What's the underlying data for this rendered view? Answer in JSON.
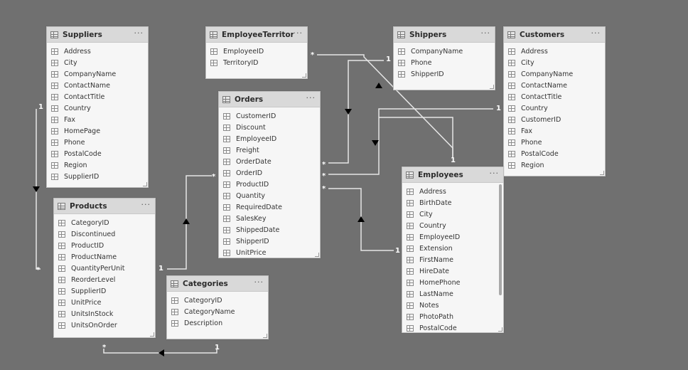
{
  "tables": {
    "suppliers": {
      "name": "Suppliers",
      "more": "···",
      "fields": [
        "Address",
        "City",
        "CompanyName",
        "ContactName",
        "ContactTitle",
        "Country",
        "Fax",
        "HomePage",
        "Phone",
        "PostalCode",
        "Region",
        "SupplierID"
      ]
    },
    "employee_territories": {
      "name": "EmployeeTerritories",
      "more": "···",
      "fields": [
        "EmployeeID",
        "TerritoryID"
      ]
    },
    "shippers": {
      "name": "Shippers",
      "more": "···",
      "fields": [
        "CompanyName",
        "Phone",
        "ShipperID"
      ]
    },
    "customers": {
      "name": "Customers",
      "more": "···",
      "fields": [
        "Address",
        "City",
        "CompanyName",
        "ContactName",
        "ContactTitle",
        "Country",
        "CustomerID",
        "Fax",
        "Phone",
        "PostalCode",
        "Region"
      ]
    },
    "orders": {
      "name": "Orders",
      "more": "···",
      "fields": [
        "CustomerID",
        "Discount",
        "EmployeeID",
        "Freight",
        "OrderDate",
        "OrderID",
        "ProductID",
        "Quantity",
        "RequiredDate",
        "SalesKey",
        "ShippedDate",
        "ShipperID",
        "UnitPrice"
      ]
    },
    "employees": {
      "name": "Employees",
      "more": "···",
      "fields": [
        "Address",
        "BirthDate",
        "City",
        "Country",
        "EmployeeID",
        "Extension",
        "FirstName",
        "HireDate",
        "HomePhone",
        "LastName",
        "Notes",
        "PhotoPath",
        "PostalCode"
      ]
    },
    "products": {
      "name": "Products",
      "more": "···",
      "fields": [
        "CategoryID",
        "Discontinued",
        "ProductID",
        "ProductName",
        "QuantityPerUnit",
        "ReorderLevel",
        "SupplierID",
        "UnitPrice",
        "UnitsInStock",
        "UnitsOnOrder"
      ]
    },
    "categories": {
      "name": "Categories",
      "more": "···",
      "fields": [
        "CategoryID",
        "CategoryName",
        "Description"
      ]
    }
  },
  "cardinality": {
    "one": "1",
    "many": "*"
  },
  "colors": {
    "canvas": "#707070",
    "line": "#e8e8e8",
    "header": "#d9d9d9",
    "body": "#f6f6f6"
  }
}
